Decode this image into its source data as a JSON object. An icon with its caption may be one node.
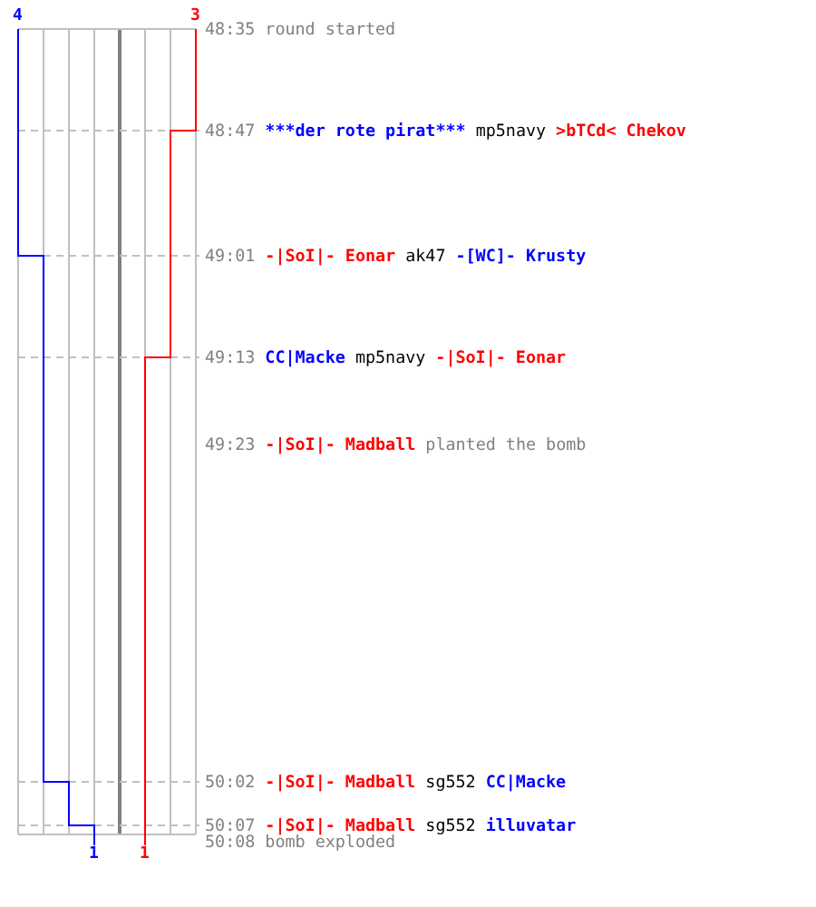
{
  "diagram": {
    "labels": [
      "4",
      "3",
      "48:35",
      "round started",
      "48:47",
      "***der rote pirat***",
      "mp5navy",
      ">bTCd< Chekov",
      "49:01",
      "-|SoI|- Eonar",
      "ak47",
      "-[WC]- Krusty",
      "49:13",
      "CC|Macke",
      "mp5navy",
      "-|SoI|- Eonar",
      "49:23",
      "-|SoI|- Madball",
      "planted the bomb",
      "50:02",
      "-|SoI|- Madball",
      "sg552",
      "CC|Macke",
      "50:07",
      "-|SoI|- Madball",
      "sg552",
      "illuvatar",
      "50:08",
      "bomb exploded",
      "1",
      "1"
    ]
  }
}
